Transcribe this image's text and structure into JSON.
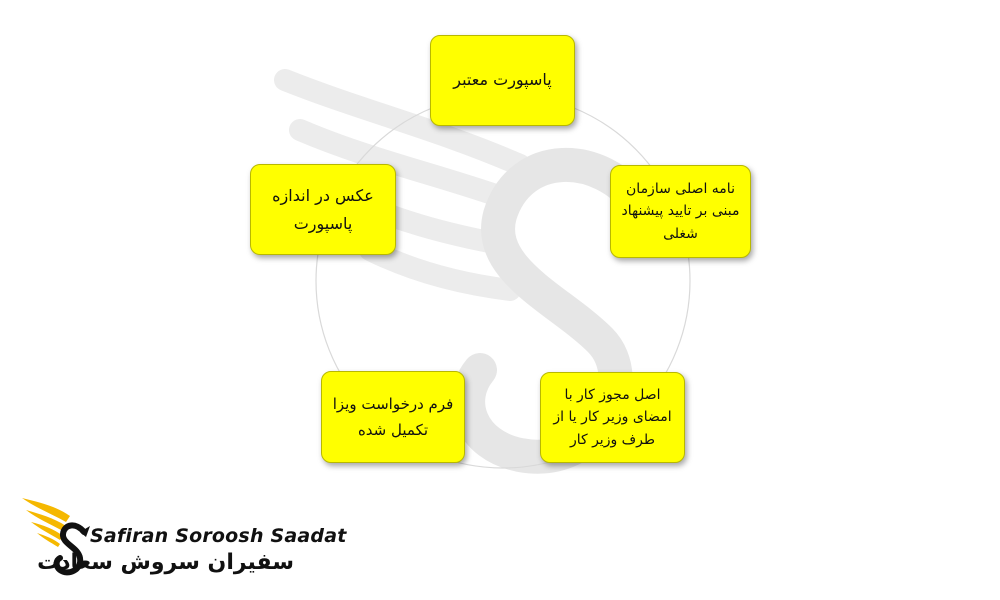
{
  "diagram": {
    "nodes": [
      {
        "id": "n1",
        "text": "پاسپورت معتبر"
      },
      {
        "id": "n2",
        "text": "نامه اصلی سازمان مبنی بر تایید پیشنهاد شغلی"
      },
      {
        "id": "n3",
        "text": "اصل مجوز کار با امضای وزیر کار یا از طرف وزیر کار"
      },
      {
        "id": "n4",
        "text": "فرم درخواست ویزا تکمیل شده"
      },
      {
        "id": "n5",
        "text": "عکس در اندازه پاسپورت"
      }
    ],
    "node_color": "#ffff00",
    "ring_color": "#d9d9d9"
  },
  "logo": {
    "name_en": "Safiran Soroosh Saadat",
    "name_fa": "سفیران سروش سعادت",
    "accent_color": "#f5b800"
  }
}
